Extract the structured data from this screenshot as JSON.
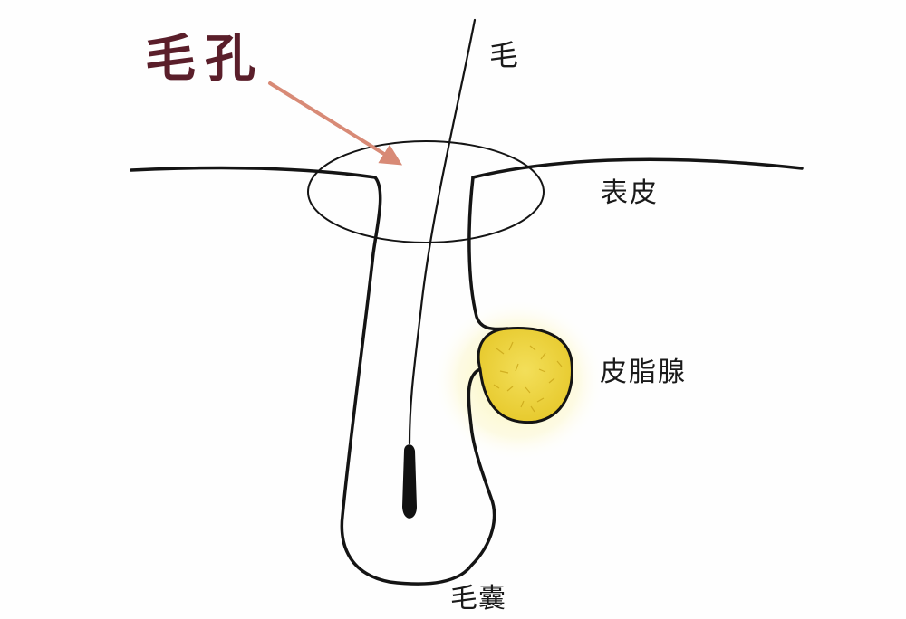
{
  "labels": {
    "pore": "毛孔",
    "hair": "毛",
    "epidermis": "表皮",
    "sebaceous_gland": "皮脂腺",
    "hair_follicle": "毛囊"
  },
  "colors": {
    "background": "#fefefe",
    "outline": "#141414",
    "pore_label": "#5a1e2a",
    "arrow": "#d88a76",
    "gland_fill": "#efd53a",
    "gland_glow": "#fbf3a6",
    "hair_bulb": "#111111"
  }
}
